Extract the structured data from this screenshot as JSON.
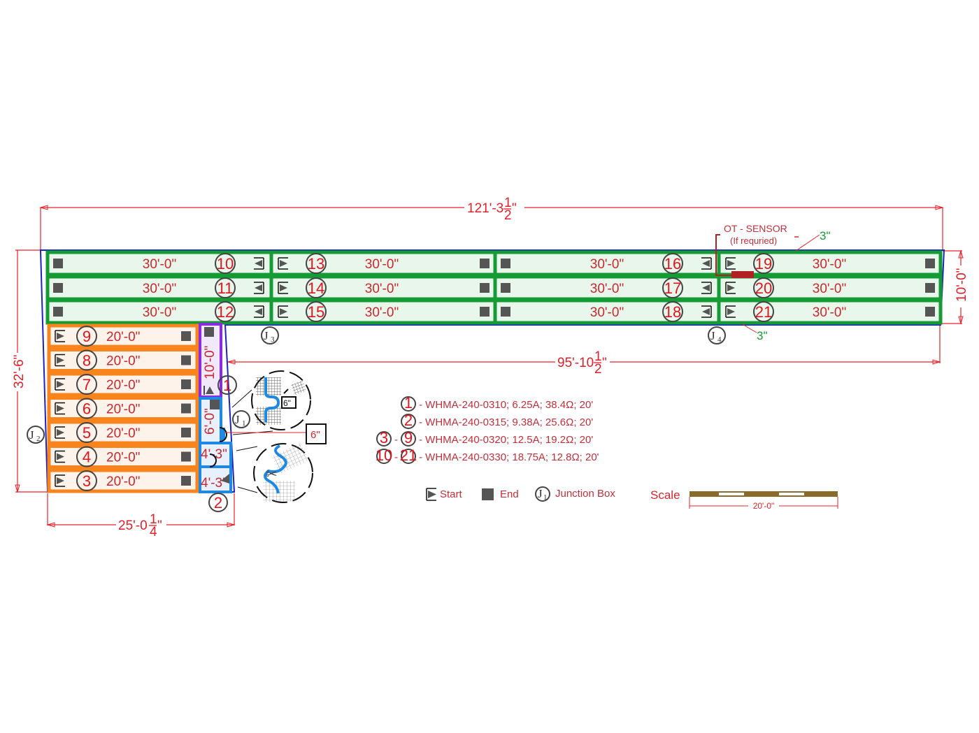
{
  "drawing": {
    "overall_width": "121'-3",
    "overall_width_frac": [
      "1",
      "2"
    ],
    "right_height": "10'-0\"",
    "left_height": "32'-6\"",
    "bottom_width": "25'-0",
    "bottom_width_frac": [
      "1",
      "4"
    ],
    "mid_width": "95'-10",
    "mid_width_frac": [
      "1",
      "2"
    ],
    "sensor_label": "OT - SENSOR",
    "sensor_note": "(If requried)",
    "gap_top": "3\"",
    "gap_bottom": "3\"",
    "detail_gap": "6\"",
    "detail_inner_gap": "6\""
  },
  "colors": {
    "mat_30": "#159b34",
    "mat_20": "#f7841d",
    "mat_1": "#8a2be2",
    "mat_2": "#1e88e5",
    "outline": "#1a22c8",
    "dimension": "#e8232a",
    "sensor": "#b22222"
  },
  "mats_30": [
    {
      "id": "10",
      "len": "30'-0\""
    },
    {
      "id": "11",
      "len": "30'-0\""
    },
    {
      "id": "12",
      "len": "30'-0\""
    },
    {
      "id": "13",
      "len": "30'-0\""
    },
    {
      "id": "14",
      "len": "30'-0\""
    },
    {
      "id": "15",
      "len": "30'-0\""
    },
    {
      "id": "16",
      "len": "30'-0\""
    },
    {
      "id": "17",
      "len": "30'-0\""
    },
    {
      "id": "18",
      "len": "30'-0\""
    },
    {
      "id": "19",
      "len": "30'-0\""
    },
    {
      "id": "20",
      "len": "30'-0\""
    },
    {
      "id": "21",
      "len": "30'-0\""
    }
  ],
  "mats_20": [
    {
      "id": "9",
      "len": "20'-0\""
    },
    {
      "id": "8",
      "len": "20'-0\""
    },
    {
      "id": "7",
      "len": "20'-0\""
    },
    {
      "id": "6",
      "len": "20'-0\""
    },
    {
      "id": "5",
      "len": "20'-0\""
    },
    {
      "id": "4",
      "len": "20'-0\""
    },
    {
      "id": "3",
      "len": "20'-0\""
    }
  ],
  "mat_1": {
    "id": "1",
    "len": "10'-0\""
  },
  "mat_2": {
    "id": "2",
    "segments": [
      "6'-0\"",
      "4'-3\"",
      "4'-3\""
    ]
  },
  "junctions": [
    {
      "label": "J",
      "sub": "1"
    },
    {
      "label": "J",
      "sub": "2"
    },
    {
      "label": "J",
      "sub": "3"
    },
    {
      "label": "J",
      "sub": "4"
    }
  ],
  "legend": {
    "specs": [
      {
        "from": "1",
        "to": "",
        "text": "- WHMA-240-0310; 6.25A; 38.4Ω; 20'"
      },
      {
        "from": "2",
        "to": "",
        "text": "- WHMA-240-0315; 9.38A; 25.6Ω; 20'"
      },
      {
        "from": "3",
        "to": "9",
        "text": "- WHMA-240-0320; 12.5A; 19.2Ω; 20'"
      },
      {
        "from": "10",
        "to": "21",
        "text": "- WHMA-240-0330; 18.75A; 12.8Ω; 20'"
      }
    ],
    "start_label": "Start",
    "end_label": "End",
    "junction_label": "Junction Box",
    "junction_symbol": "J",
    "junction_sub": "1",
    "scale_label": "Scale",
    "scale_value": "20'-0\""
  }
}
